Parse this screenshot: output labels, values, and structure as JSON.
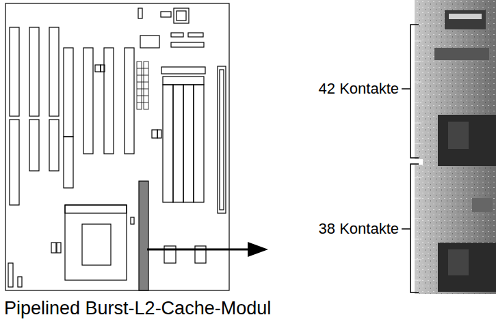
{
  "diagram": {
    "caption": "Pipelined Burst-L2-Cache-Modul",
    "labels": [
      "42 Kontakte",
      "38 Kontakte"
    ]
  }
}
